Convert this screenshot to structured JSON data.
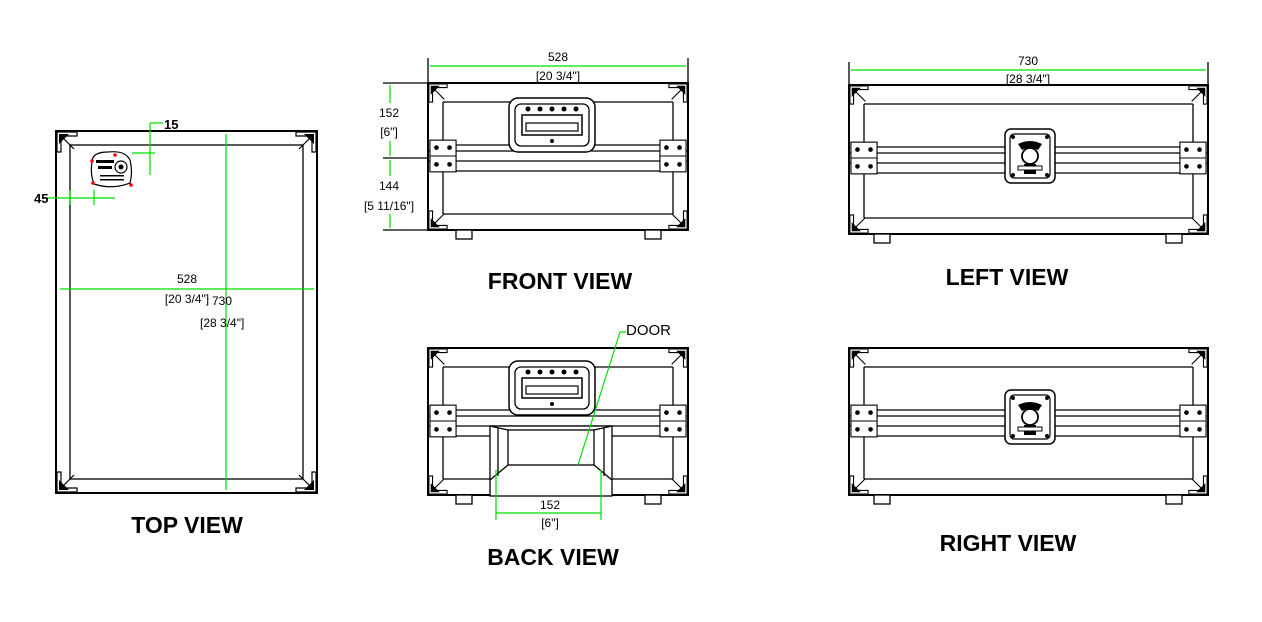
{
  "views": {
    "top": {
      "title": "TOP VIEW",
      "width_mm": "528",
      "width_in": "[20 3/4\"]",
      "depth_mm": "730",
      "depth_in": "[28 3/4\"]",
      "edge_top": "15",
      "edge_left": "45"
    },
    "front": {
      "title": "FRONT VIEW",
      "width_mm": "528",
      "width_in": "[20 3/4\"]",
      "lid_mm": "152",
      "lid_in": "[6\"]",
      "base_mm": "144",
      "base_in": "[5 11/16\"]"
    },
    "back": {
      "title": "BACK VIEW",
      "door_label": "DOOR",
      "door_mm": "152",
      "door_in": "[6\"]"
    },
    "left": {
      "title": "LEFT VIEW",
      "depth_mm": "730",
      "depth_in": "[28 3/4\"]"
    },
    "right": {
      "title": "RIGHT VIEW"
    }
  },
  "colors": {
    "dimension_line": "#00dd00",
    "outline": "#000000",
    "corner_marker": "#ff0000"
  },
  "icons": {
    "logo": "brand-badge-icon",
    "handle": "recessed-handle-icon",
    "latch": "butterfly-latch-icon",
    "corner": "ball-corner-icon"
  }
}
